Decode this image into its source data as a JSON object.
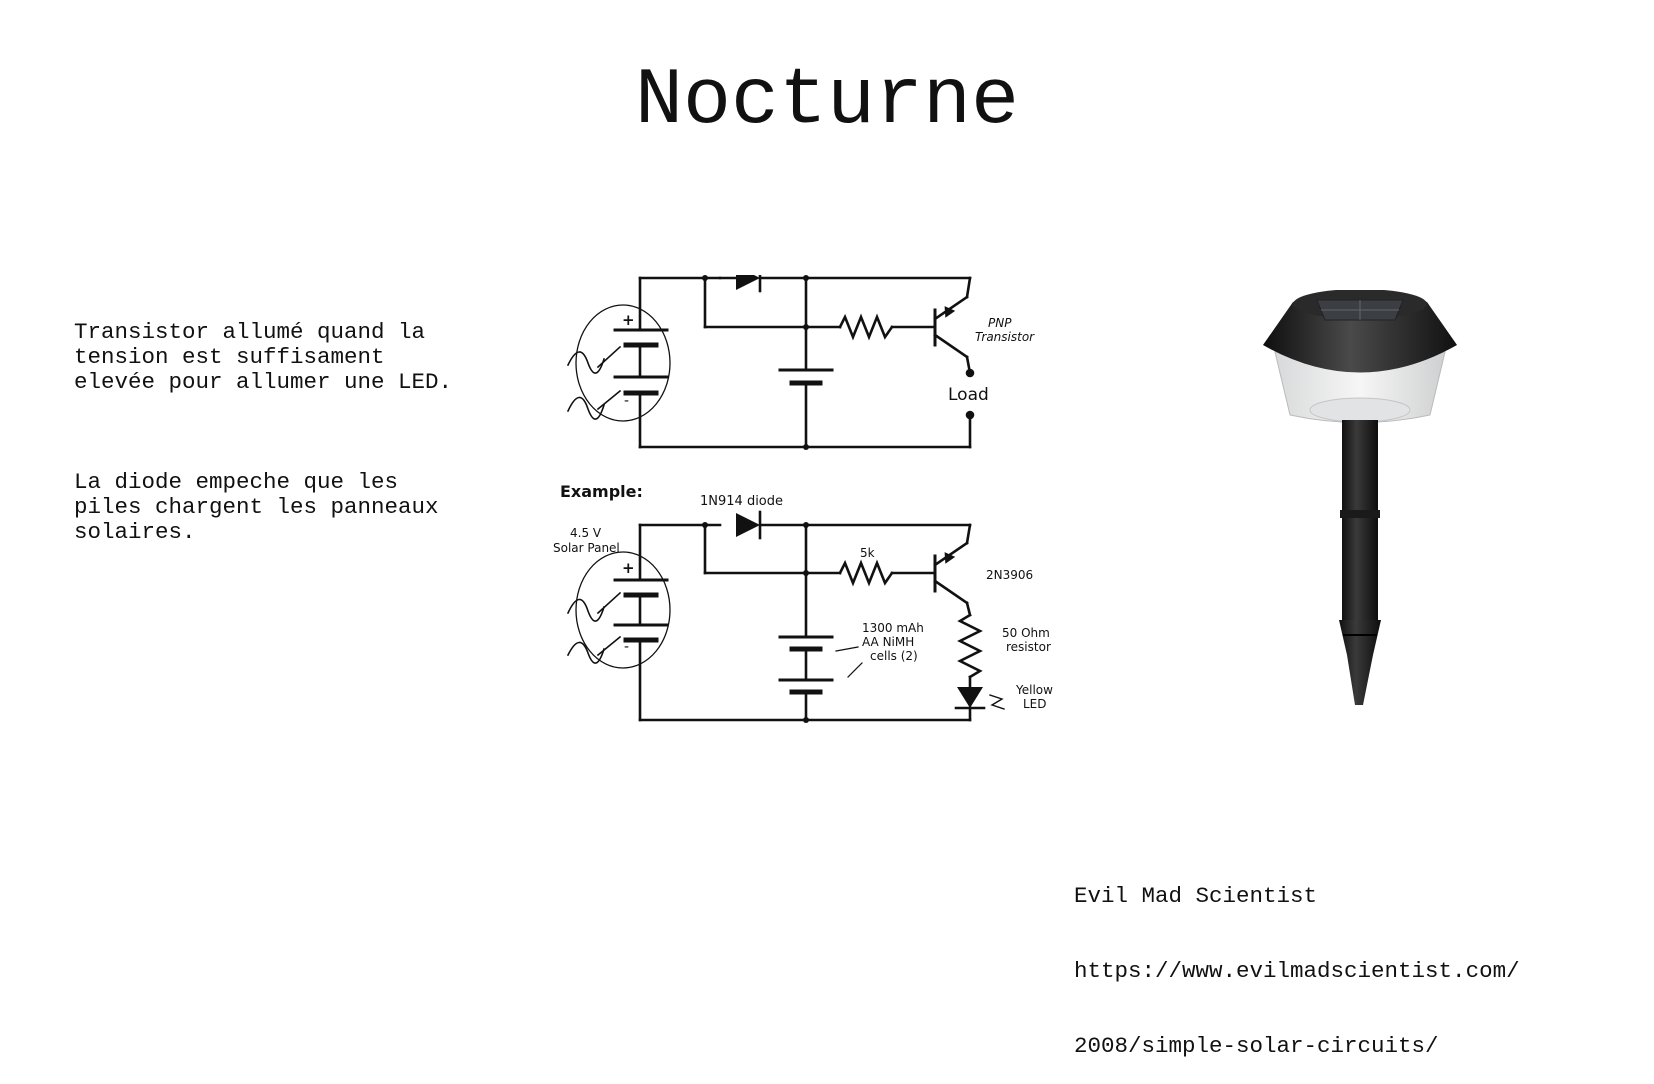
{
  "slide": {
    "title": "Nocturne",
    "paragraphs": [
      "Transistor allumé quand la\ntension est suffisament\nelevée pour allumer une LED.",
      "La diode empeche que les\npiles chargent les panneaux\nsolaires."
    ],
    "source_lines": [
      "Evil Mad Scientist",
      "https://www.evilmadscientist.com/",
      "2008/simple-solar-circuits/"
    ]
  },
  "circuit_top": {
    "plus_sign": "+",
    "minus_sign": "-",
    "transistor_label_1": "PNP",
    "transistor_label_2": "Transistor",
    "load_label": "Load"
  },
  "circuit_example": {
    "heading": "Example:",
    "diode_label": "1N914 diode",
    "panel_label_1": "4.5 V",
    "panel_label_2": "Solar Panel",
    "plus_sign": "+",
    "minus_sign": "-",
    "resistor_label": "5k",
    "transistor_label": "2N3906",
    "cells_label_1": "1300 mAh",
    "cells_label_2": "AA NiMH",
    "cells_label_3": "cells (2)",
    "load_resistor_1": "50 Ohm",
    "load_resistor_2": "resistor",
    "led_label_1": "Yellow",
    "led_label_2": "LED"
  },
  "colors": {
    "text": "#111111",
    "lamp_body": "#1c1c1c",
    "lamp_lens": "#e9eaeb"
  }
}
